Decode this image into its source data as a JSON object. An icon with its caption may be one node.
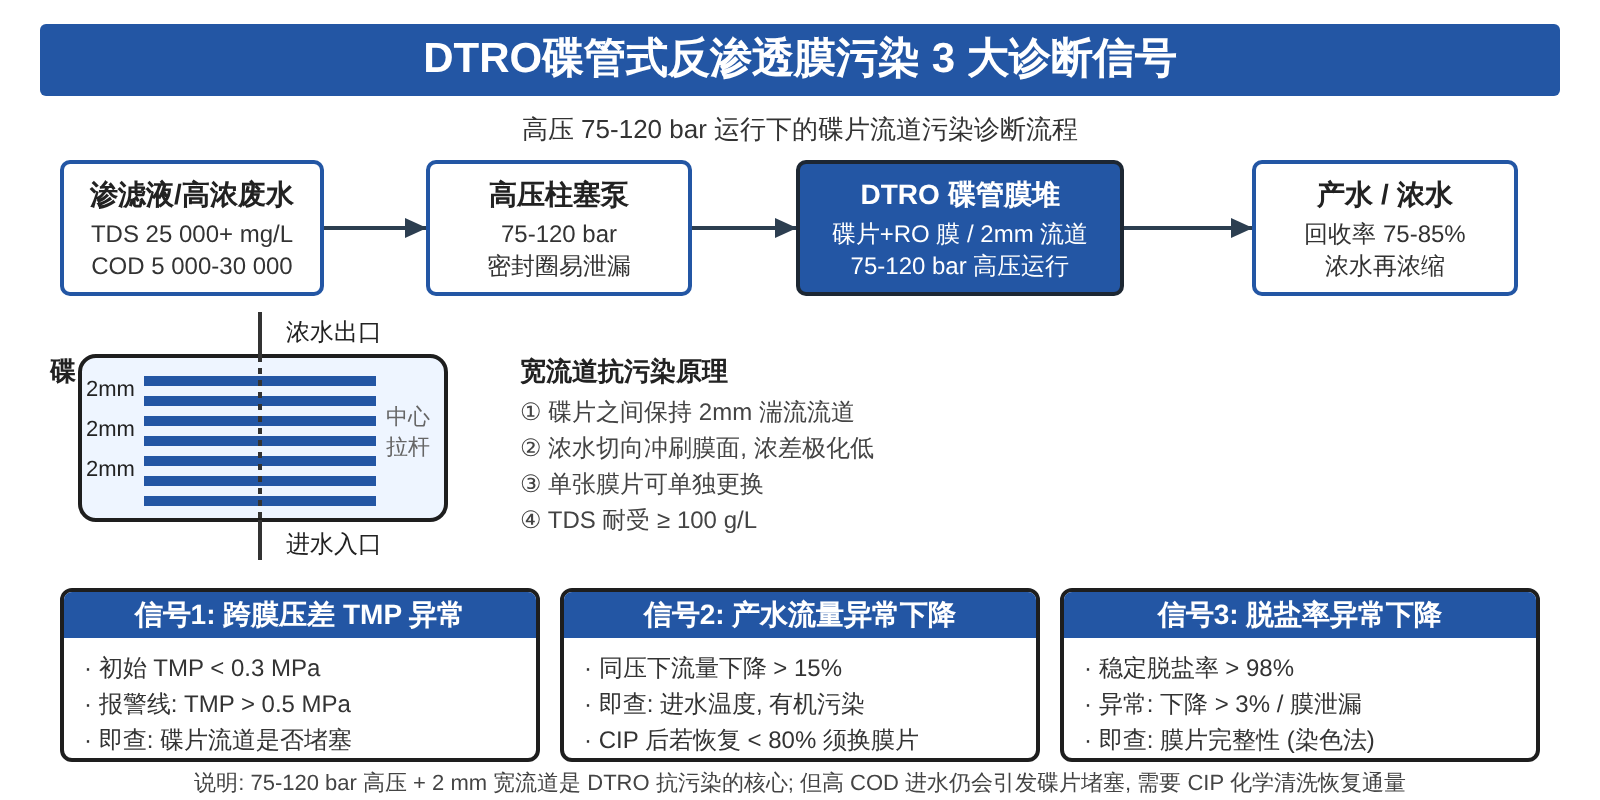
{
  "diagram": {
    "title": "DTRO碟管式反渗透膜污染 3 大诊断信号",
    "nodes": [
      {
        "text": [
          "渗滤液/高浓废水",
          "TDS 25 000+ mg/L",
          "COD 5 000-30 000"
        ]
      },
      {
        "text": [
          "高压柱塞泵",
          "75-120 bar",
          "密封圈易泄漏"
        ]
      },
      {
        "text": [
          "DTRO 碟管膜堆",
          "碟片+RO 膜 / 2mm 流道",
          "75-120 bar 高压运行"
        ]
      },
      {
        "text": [
          "产水 / 浓水",
          "回收率 75-85%",
          "浓水再浓缩"
        ]
      },
      {
        "text": [
          "信号1: 跨膜压差 TMP 异常",
          "· 初始 TMP < 0.3 MPa",
          "· 报警线: TMP > 0.5 MPa",
          "· 即查: 碟片流道是否堵塞"
        ]
      },
      {
        "text": [
          "信号2: 产水流量异常下降",
          "· 同压下流量下降 > 15%",
          "· 即查: 进水温度, 有机污染",
          "· CIP 后若恢复 < 80% 须换膜片"
        ]
      },
      {
        "text": [
          "信号3: 脱盐率异常下降",
          "· 稳定脱盐率 > 98%",
          "· 异常: 下降 > 3% / 膜泄漏",
          "· 即查: 膜片完整性 (染色法)"
        ]
      }
    ],
    "edges": [
      {
        "from": 0,
        "to": 1,
        "arrow": "to"
      },
      {
        "from": 1,
        "to": 2,
        "arrow": "to"
      },
      {
        "from": 2,
        "to": 3,
        "arrow": "to"
      }
    ],
    "labels": [
      "高压 75-120 bar 运行下的碟片流道污染诊断流程",
      "浓水出口",
      "碟",
      "2mm",
      "2mm",
      "2mm",
      "中心拉杆",
      "进水入口",
      "宽流道抗污染原理",
      "① 碟片之间保持 2mm 湍流流道",
      "② 浓水切向冲刷膜面, 浓差极化低",
      "③ 单张膜片可单独更换",
      "④ TDS 耐受 ≥ 100 g/L"
    ],
    "caption": "说明: 75-120 bar 高压 + 2 mm 宽流道是 DTRO 抗污染的核心; 但高 COD 进水仍会引发碟片堵塞, 需要 CIP 化学清洗恢复通量"
  }
}
